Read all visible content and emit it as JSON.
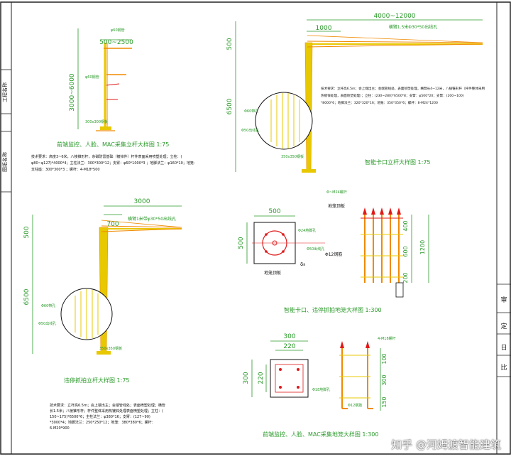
{
  "colors": {
    "yellow": "#e8c800",
    "orange": "#f08a00",
    "red": "#e01818",
    "green": "#2a9a2a",
    "cyan": "#2a9ab8",
    "dim": "#444444",
    "frame": "#222222"
  },
  "left_strip": {
    "labels": [
      "工程名称",
      "图纸名称"
    ]
  },
  "right_strip": {
    "marks": [
      "审",
      "定",
      "日",
      "比"
    ]
  },
  "drawings": {
    "d1": {
      "title": "前端监控、人脸、MAC采集立杆大样图 1:75",
      "dim_arm": "500~2500",
      "dim_height": "3000~6000",
      "label_top": "φ60钢管",
      "label_mid": "φ60钢管",
      "label_base": "300x300钢板",
      "tech": [
        "技术要求：高度3~6米，八棱锥形杆，杂磁防雷基础（镀锌件）杆件表面采用喷塑处理；立柱：(",
        "φ80~φ127)*4000*4；主柱法兰：300*300*12；支臂：φ60*1000*3 ；地脚法兰：φ160*10；地笼:",
        "支柱座：300*300*3 ；螺杆：4-M18*500"
      ]
    },
    "d2": {
      "title": "智能卡口立杆大样图 1:75",
      "dim_arm_total": "4000~12000",
      "dim_arm_seg": "1000",
      "arm_label": "横臂1.5米Φ30*50出线孔",
      "dim_top": "500",
      "dim_height": "6500",
      "label_pipe60": "Φ60带孔",
      "label_pipe50": "Φ50出线孔",
      "label_base": "350x350钢板",
      "tech": [
        "技术要求：立杆高6.5m；会上端出主；会端管线处，表面喷塑处理，横臂长4~12米，八棱锥形杆（杆件整体采用",
        "热镀锌处理，表面喷塑处理）；立柱：(230~280)*6500*8；支臂：φ500*20；支臂：(200~100)",
        "*8000*6；地脚法兰：320*320*16；地笼：350*350*6；螺杆：8-M24*1200"
      ]
    },
    "d3": {
      "title": "违停抓拍立杆大样图 1:75",
      "dim_arm_total": "3000",
      "dim_arm_seg": "700",
      "arm_label": "横臂1米带φ30*50出线孔",
      "dim_top": "500",
      "dim_height": "6500",
      "label_pipe60": "Φ60带孔",
      "label_pipe50": "Φ50出线孔",
      "label_base": "350x350钢板",
      "tech": [
        "技术要求：立杆高6.5m；会上端出主；会端管线处；表面喷塑处理；横管",
        "长1.5米；八棱锥形杆；杆件整体采用热镀锌处理表面喷塑处理；立柱：(",
        "150~175)*6500*6；主柱法兰：φ380*16；支臂：(127~90)",
        "*3000*4；地脚法兰：250*250*12；地笼：380*380*6；螺杆：",
        "6-M20*900"
      ]
    },
    "d4": {
      "title": "智能卡口、违停抓拍地笼大样图 1:300",
      "dim_w": "500",
      "dim_h": "500",
      "label_plate": "地笼顶板",
      "label_right1": "Φ24地脚孔",
      "label_right2": "Φ50出线孔",
      "label_top_rebar": "Φ~M24螺杆",
      "label_rebar": "地笼顶板",
      "label_steel": "Φ12钢筋",
      "dim_side_top": "400",
      "dim_side_mid": "600",
      "dim_side_total": "1200",
      "dim_side_bottom": "200"
    },
    "d5": {
      "title": "前端监控、人脸、MAC采集地笼大样图 1:300",
      "dim_outer": "300",
      "dim_inner": "220",
      "dim_h": "300",
      "dim_h_inner": "220",
      "label_hole": "Φ18地脚孔",
      "label_top": "4-M18螺杆",
      "dim_side_top": "100",
      "dim_side_mid": "300",
      "dim_side_bottom": "150",
      "label_steel": "Φ12钢筋"
    }
  },
  "watermark": "知乎 @河姆渡智能建筑"
}
